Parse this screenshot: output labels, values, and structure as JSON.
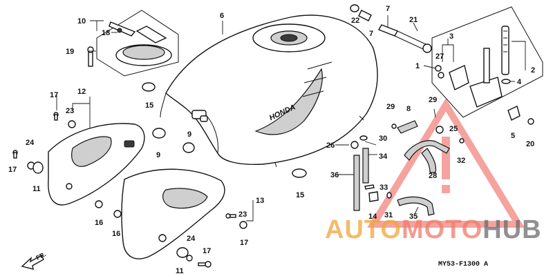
{
  "diagram": {
    "code": "MY53-F1300 A",
    "direction_label": "FR.",
    "brand_on_tank": "HONDA",
    "watermark": {
      "part1": "AUTO",
      "part2": "MOTO",
      "part3": "HUB"
    },
    "colors": {
      "watermark_red": "#e8342a",
      "watermark_orange": "#f0a53a",
      "watermark_gray": "#6b6b6b"
    }
  },
  "callouts": [
    {
      "id": "c1",
      "label": "1"
    },
    {
      "id": "c2",
      "label": "2"
    },
    {
      "id": "c3",
      "label": "3"
    },
    {
      "id": "c4",
      "label": "4"
    },
    {
      "id": "c5",
      "label": "5"
    },
    {
      "id": "c6",
      "label": "6"
    },
    {
      "id": "c7a",
      "label": "7"
    },
    {
      "id": "c7b",
      "label": "7"
    },
    {
      "id": "c8",
      "label": "8"
    },
    {
      "id": "c9a",
      "label": "9"
    },
    {
      "id": "c9b",
      "label": "9"
    },
    {
      "id": "c10",
      "label": "10"
    },
    {
      "id": "c11a",
      "label": "11"
    },
    {
      "id": "c11b",
      "label": "11"
    },
    {
      "id": "c12",
      "label": "12"
    },
    {
      "id": "c13",
      "label": "13"
    },
    {
      "id": "c14",
      "label": "14"
    },
    {
      "id": "c15a",
      "label": "15"
    },
    {
      "id": "c15b",
      "label": "15"
    },
    {
      "id": "c16a",
      "label": "16"
    },
    {
      "id": "c16b",
      "label": "16"
    },
    {
      "id": "c17a",
      "label": "17"
    },
    {
      "id": "c17b",
      "label": "17"
    },
    {
      "id": "c17c",
      "label": "17"
    },
    {
      "id": "c17d",
      "label": "17"
    },
    {
      "id": "c18",
      "label": "18"
    },
    {
      "id": "c19",
      "label": "19"
    },
    {
      "id": "c20",
      "label": "20"
    },
    {
      "id": "c21",
      "label": "21"
    },
    {
      "id": "c22",
      "label": "22"
    },
    {
      "id": "c23a",
      "label": "23"
    },
    {
      "id": "c23b",
      "label": "23"
    },
    {
      "id": "c24a",
      "label": "24"
    },
    {
      "id": "c24b",
      "label": "24"
    },
    {
      "id": "c25",
      "label": "25"
    },
    {
      "id": "c26",
      "label": "26"
    },
    {
      "id": "c27",
      "label": "27"
    },
    {
      "id": "c28",
      "label": "28"
    },
    {
      "id": "c29a",
      "label": "29"
    },
    {
      "id": "c29b",
      "label": "29"
    },
    {
      "id": "c30",
      "label": "30"
    },
    {
      "id": "c31",
      "label": "31"
    },
    {
      "id": "c32",
      "label": "32"
    },
    {
      "id": "c33",
      "label": "33"
    },
    {
      "id": "c34",
      "label": "34"
    },
    {
      "id": "c35",
      "label": "35"
    },
    {
      "id": "c36",
      "label": "36"
    }
  ]
}
